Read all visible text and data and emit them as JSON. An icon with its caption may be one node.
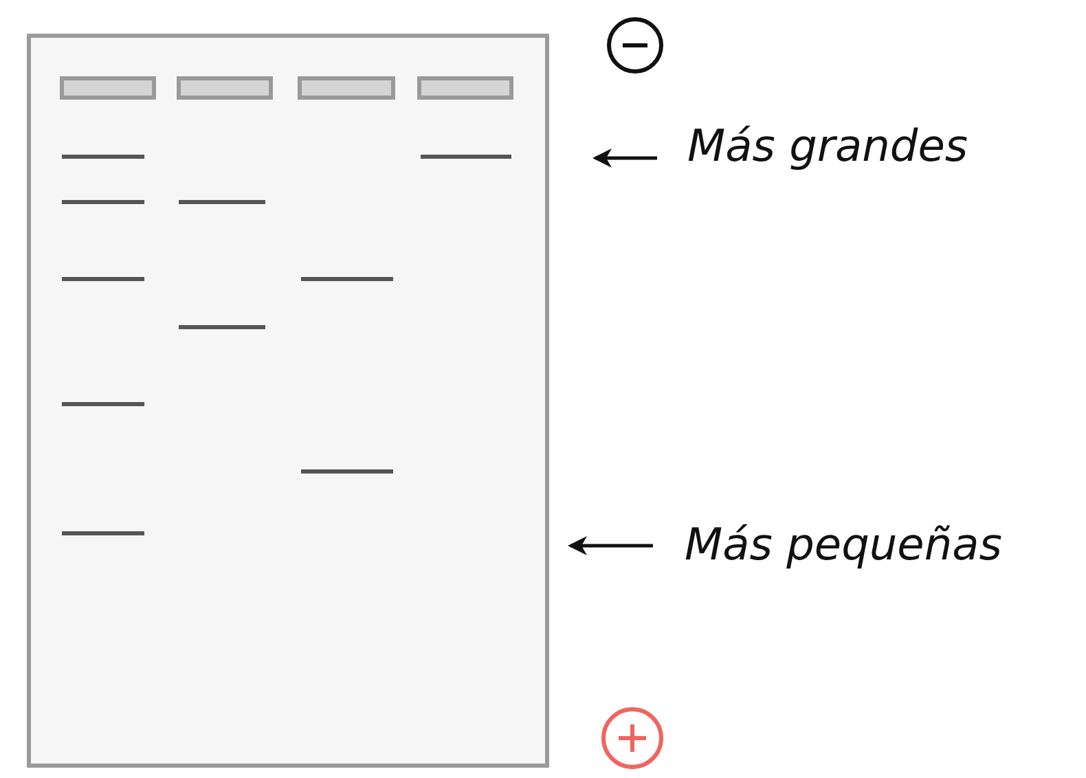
{
  "diagram": {
    "nodes": [
      {
        "text": [
          "Más grandes"
        ]
      },
      {
        "text": [
          "Más pequeñas"
        ]
      }
    ],
    "edges": [
      {
        "from": 0,
        "to": null,
        "arrow": "to"
      },
      {
        "from": 1,
        "to": null,
        "arrow": "to"
      }
    ]
  }
}
